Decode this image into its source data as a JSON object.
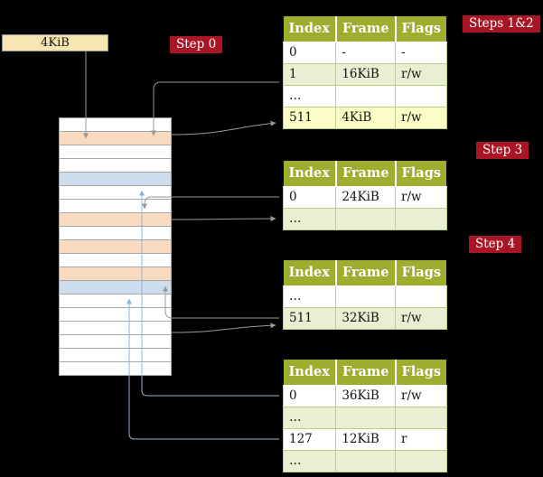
{
  "colors": {
    "bg": "#000000",
    "badge_red": "#a81525",
    "olive": "#9fad2f",
    "row_green": "#e9efd2",
    "row_yellow": "#fcfcc6",
    "legend_wheat": "#f7e5b4",
    "cell_wheat": "#f9dcbf",
    "cell_blue": "#ccdded",
    "cell_border": "#a5a5a5",
    "table_border": "#bccf7c",
    "arrow_gray": "#999999",
    "arrow_blue": "#8fb3d9"
  },
  "legend": {
    "frame_size_label": "4KiB"
  },
  "badges": [
    {
      "id": "step0",
      "label": "Step 0"
    },
    {
      "id": "steps12",
      "label": "Steps 1&2"
    },
    {
      "id": "step3",
      "label": "Step 3"
    },
    {
      "id": "step4",
      "label": "Step 4"
    }
  ],
  "memory": {
    "cells": [
      "plain",
      "table",
      "plain",
      "plain",
      "mapped",
      "plain",
      "plain",
      "table",
      "plain",
      "table",
      "plain",
      "table",
      "mapped",
      "plain",
      "plain",
      "plain",
      "plain",
      "plain",
      "plain"
    ]
  },
  "table_headers": [
    "Index",
    "Frame",
    "Flags"
  ],
  "tables": [
    {
      "id": "table-steps-1-2",
      "rows": [
        {
          "variant": "plain",
          "cells": [
            "0",
            "-",
            "-"
          ]
        },
        {
          "variant": "alt",
          "cells": [
            "1",
            "16KiB",
            "r/w"
          ]
        },
        {
          "variant": "plain",
          "cells": [
            "…",
            "",
            ""
          ]
        },
        {
          "variant": "highlight",
          "cells": [
            "511",
            "4KiB",
            "r/w"
          ]
        }
      ]
    },
    {
      "id": "table-step-3",
      "rows": [
        {
          "variant": "plain",
          "cells": [
            "0",
            "24KiB",
            "r/w"
          ]
        },
        {
          "variant": "alt",
          "cells": [
            "…",
            "",
            ""
          ]
        }
      ]
    },
    {
      "id": "table-step-4",
      "rows": [
        {
          "variant": "plain",
          "cells": [
            "…",
            "",
            ""
          ]
        },
        {
          "variant": "alt",
          "cells": [
            "511",
            "32KiB",
            "r/w"
          ]
        }
      ]
    },
    {
      "id": "table-final",
      "rows": [
        {
          "variant": "plain",
          "cells": [
            "0",
            "36KiB",
            "r/w"
          ]
        },
        {
          "variant": "alt",
          "cells": [
            "…",
            "",
            ""
          ]
        },
        {
          "variant": "plain",
          "cells": [
            "127",
            "12KiB",
            "r"
          ]
        },
        {
          "variant": "alt",
          "cells": [
            "…",
            "",
            ""
          ]
        }
      ]
    }
  ]
}
